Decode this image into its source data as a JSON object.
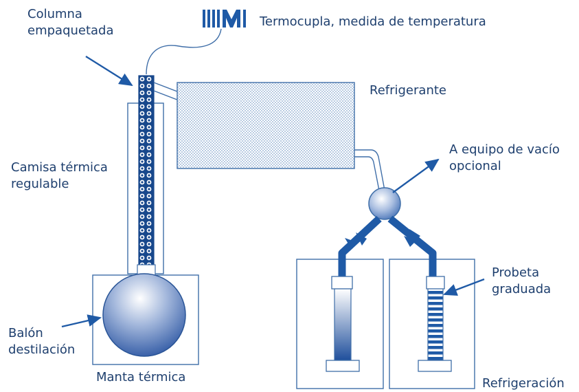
{
  "labels": {
    "columna_line1": "Columna",
    "columna_line2": "empaquetada",
    "termocupla": "Termocupla, medida de temperatura",
    "refrigerante": "Refrigerante",
    "camisa_line1": "Camisa térmica",
    "camisa_line2": "regulable",
    "vacio_line1": "A equipo de vacío",
    "vacio_line2": "opcional",
    "probeta_line1": "Probeta",
    "probeta_line2": "graduada",
    "balon_line1": "Balón",
    "balon_line2": "destilación",
    "manta": "Manta térmica",
    "refrigeracion": "Refrigeración"
  },
  "colors": {
    "primary": "#1f5aa6",
    "outline": "#3f6ea8",
    "label": "#1e3f6e",
    "arrow": "#1f5aa6"
  }
}
